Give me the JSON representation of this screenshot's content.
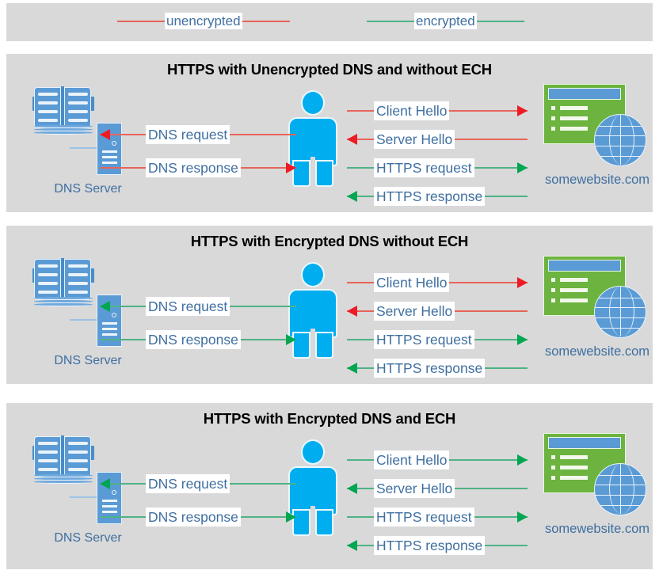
{
  "legend": {
    "items": [
      {
        "label": "unencrypted",
        "color": "#e8645a",
        "name": "legend-unencrypted"
      },
      {
        "label": "encrypted",
        "color": "#4fb286",
        "name": "legend-encrypted"
      }
    ]
  },
  "colors": {
    "panel_background": "#d9d9d9",
    "page_background": "#ffffff",
    "unencrypted_line": "#e8645a",
    "unencrypted_head": "#ed1c24",
    "encrypted_line": "#4fb286",
    "encrypted_head": "#00a651",
    "label_text": "#3f6fa0",
    "title_text": "#000000",
    "person": "#00adef",
    "server_blue": "#5b9bd5",
    "website_green": "#6cb33f"
  },
  "nodes": {
    "dns_server_label": "DNS Server",
    "website_label": "somewebsite.com"
  },
  "panels": [
    {
      "title": "HTTPS with Unencrypted DNS and without ECH",
      "arrows": [
        {
          "label": "DNS request",
          "dir": "left",
          "encrypted": false,
          "group": "dns"
        },
        {
          "label": "DNS response",
          "dir": "right",
          "encrypted": false,
          "group": "dns"
        },
        {
          "label": "Client Hello",
          "dir": "right",
          "encrypted": false,
          "group": "web"
        },
        {
          "label": "Server Hello",
          "dir": "left",
          "encrypted": false,
          "group": "web"
        },
        {
          "label": "HTTPS request",
          "dir": "right",
          "encrypted": true,
          "group": "web"
        },
        {
          "label": "HTTPS response",
          "dir": "left",
          "encrypted": true,
          "group": "web"
        }
      ]
    },
    {
      "title": "HTTPS with Encrypted DNS without ECH",
      "arrows": [
        {
          "label": "DNS request",
          "dir": "left",
          "encrypted": true,
          "group": "dns"
        },
        {
          "label": "DNS response",
          "dir": "right",
          "encrypted": true,
          "group": "dns"
        },
        {
          "label": "Client Hello",
          "dir": "right",
          "encrypted": false,
          "group": "web"
        },
        {
          "label": "Server Hello",
          "dir": "left",
          "encrypted": false,
          "group": "web"
        },
        {
          "label": "HTTPS request",
          "dir": "right",
          "encrypted": true,
          "group": "web"
        },
        {
          "label": "HTTPS response",
          "dir": "left",
          "encrypted": true,
          "group": "web"
        }
      ]
    },
    {
      "title": "HTTPS with Encrypted DNS and ECH",
      "arrows": [
        {
          "label": "DNS request",
          "dir": "left",
          "encrypted": true,
          "group": "dns"
        },
        {
          "label": "DNS response",
          "dir": "right",
          "encrypted": true,
          "group": "dns"
        },
        {
          "label": "Client Hello",
          "dir": "right",
          "encrypted": true,
          "group": "web"
        },
        {
          "label": "Server Hello",
          "dir": "left",
          "encrypted": true,
          "group": "web"
        },
        {
          "label": "HTTPS request",
          "dir": "right",
          "encrypted": true,
          "group": "web"
        },
        {
          "label": "HTTPS response",
          "dir": "left",
          "encrypted": true,
          "group": "web"
        }
      ]
    }
  ]
}
